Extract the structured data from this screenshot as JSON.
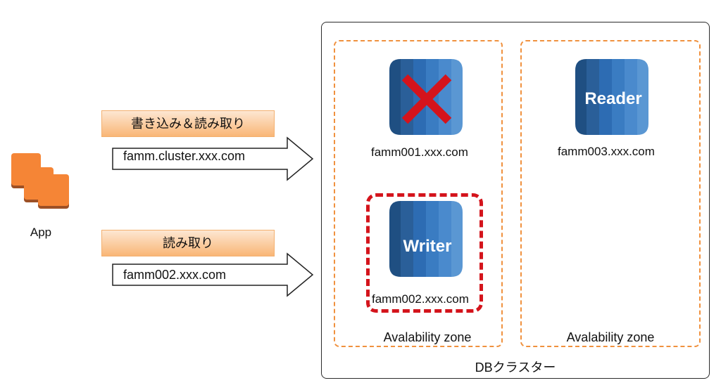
{
  "app": {
    "label": "App",
    "icon": "aws-instances-icon",
    "colors": {
      "front": "#f58536",
      "edge": "#9d5025"
    }
  },
  "operations": {
    "read_write_label": "書き込み＆読み取り",
    "read_only_label": "読み取り"
  },
  "endpoints": {
    "cluster_endpoint": "famm.cluster.xxx.com",
    "instance_endpoint": "famm002.xxx.com"
  },
  "cluster": {
    "label": "DBクラスター",
    "zones": [
      {
        "label": "Avalability zone"
      },
      {
        "label": "Avalability zone"
      }
    ]
  },
  "instances": [
    {
      "host": "famm001.xxx.com",
      "badge": "",
      "status_icon": "failed-x-icon"
    },
    {
      "host": "famm002.xxx.com",
      "badge": "Writer"
    },
    {
      "host": "famm003.xxx.com",
      "badge": "Reader"
    }
  ],
  "colors": {
    "db_dark": "#1f4f82",
    "db_mid": "#2d6cb3",
    "db_light": "#5a97d3",
    "zone_border": "#f0913e",
    "writer_highlight": "#d4141c",
    "failed_x": "#d4141c",
    "label_fill_top": "#fde7d2",
    "label_fill_bottom": "#f9b676"
  }
}
